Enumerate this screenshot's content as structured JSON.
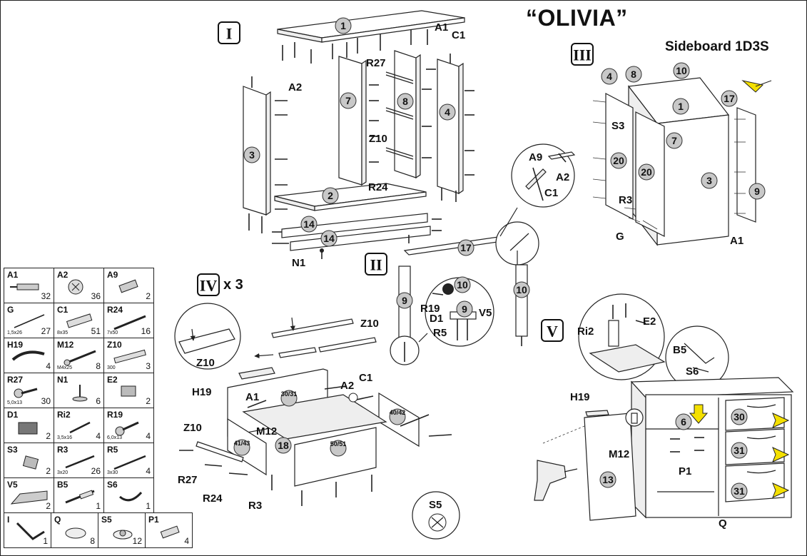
{
  "document": {
    "title": "“OLIVIA”",
    "subtitle": "Sideboard 1D3S"
  },
  "steps": {
    "step1": "I",
    "step2": "II",
    "step3": "III",
    "step4": "IV",
    "step4_multiplier": "x 3",
    "step5": "V"
  },
  "callouts": {
    "A1": "A1",
    "A2": "A2",
    "A9": "A9",
    "C1": "C1",
    "R27": "R27",
    "Z10": "Z10",
    "R24": "R24",
    "N1": "N1",
    "R19": "R19",
    "D1": "D1",
    "R5": "R5",
    "V5": "V5",
    "S3": "S3",
    "R3": "R3",
    "G": "G",
    "H19": "H19",
    "M12": "M12",
    "Ri2": "Ri2",
    "E2": "E2",
    "B5": "B5",
    "S6": "S6",
    "P1": "P1",
    "Q": "Q",
    "S5": "S5"
  },
  "part_numbers": {
    "n1": "1",
    "n2": "2",
    "n3": "3",
    "n4": "4",
    "n6": "6",
    "n7": "7",
    "n8": "8",
    "n9": "9",
    "n10": "10",
    "n13": "13",
    "n14": "14",
    "n17": "17",
    "n18": "18",
    "n20": "20",
    "n30": "30",
    "n31": "31",
    "n30_31": "30/31",
    "n40_42": "40/42",
    "n41_43": "41/43",
    "n50_51": "50/51"
  },
  "hardware": [
    {
      "code": "A1",
      "spec": "",
      "qty": "32",
      "icon": "cam-bolt-icon"
    },
    {
      "code": "A2",
      "spec": "",
      "qty": "36",
      "icon": "cam-lock-icon"
    },
    {
      "code": "A9",
      "spec": "",
      "qty": "2",
      "icon": "dowel-connector-icon"
    },
    {
      "code": "G",
      "spec": "1,5x26",
      "qty": "27",
      "icon": "nail-icon"
    },
    {
      "code": "C1",
      "spec": "8x35",
      "qty": "51",
      "icon": "wood-dowel-icon"
    },
    {
      "code": "R24",
      "spec": "7x50",
      "qty": "16",
      "icon": "confirmat-screw-icon"
    },
    {
      "code": "H19",
      "spec": "",
      "qty": "4",
      "icon": "handle-icon"
    },
    {
      "code": "M12",
      "spec": "M4x25",
      "qty": "8",
      "icon": "machine-screw-icon"
    },
    {
      "code": "Z10",
      "spec": "300",
      "qty": "3",
      "icon": "drawer-slide-icon"
    },
    {
      "code": "R27",
      "spec": "5,0x13",
      "qty": "30",
      "icon": "euro-screw-icon"
    },
    {
      "code": "N1",
      "spec": "",
      "qty": "6",
      "icon": "foot-icon"
    },
    {
      "code": "E2",
      "spec": "",
      "qty": "2",
      "icon": "hinge-plate-icon"
    },
    {
      "code": "D1",
      "spec": "",
      "qty": "2",
      "icon": "hinge-icon"
    },
    {
      "code": "Ri2",
      "spec": "3,5x16",
      "qty": "4",
      "icon": "small-screw-icon"
    },
    {
      "code": "R19",
      "spec": "6,0x13",
      "qty": "4",
      "icon": "flat-screw-icon"
    },
    {
      "code": "S3",
      "spec": "",
      "qty": "2",
      "icon": "shelf-support-icon"
    },
    {
      "code": "R3",
      "spec": "3x20",
      "qty": "26",
      "icon": "wood-screw-icon"
    },
    {
      "code": "R5",
      "spec": "3x30",
      "qty": "4",
      "icon": "long-screw-icon"
    },
    {
      "code": "V5",
      "spec": "",
      "qty": "2",
      "icon": "bracket-icon"
    },
    {
      "code": "B5",
      "spec": "",
      "qty": "1",
      "icon": "wall-plug-icon"
    },
    {
      "code": "S6",
      "spec": "",
      "qty": "1",
      "icon": "anti-tip-strap-icon"
    },
    {
      "code": "I",
      "spec": "",
      "qty": "1",
      "icon": "allen-key-icon"
    },
    {
      "code": "Q",
      "spec": "",
      "qty": "8",
      "icon": "felt-pad-icon"
    },
    {
      "code": "S5",
      "spec": "",
      "qty": "12",
      "icon": "cover-cap-icon"
    },
    {
      "code": "P1",
      "spec": "",
      "qty": "4",
      "icon": "pin-icon"
    }
  ],
  "colors": {
    "arrow": "#f4e000",
    "badge": "#c8c8c8",
    "line": "#222222"
  }
}
